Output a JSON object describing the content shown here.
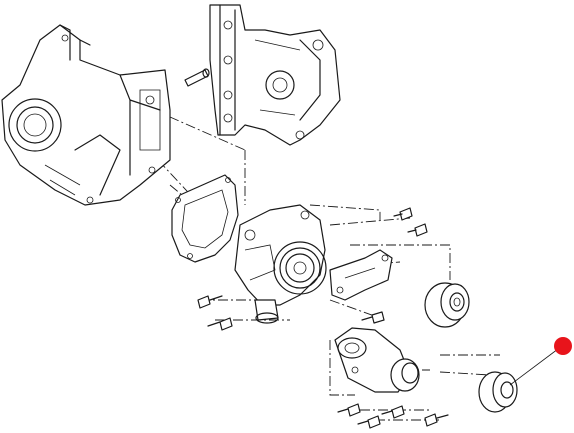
{
  "diagram": {
    "type": "exploded-parts-view",
    "callout_marker_color": "#e8141b",
    "line_color": "#1a1a1a",
    "background": "#ffffff",
    "parts": [
      {
        "name": "engine-front-cover"
      },
      {
        "name": "accessory-bracket"
      },
      {
        "name": "dowel-pin"
      },
      {
        "name": "water-pump-gasket"
      },
      {
        "name": "water-pump"
      },
      {
        "name": "idler-pulley-bracket"
      },
      {
        "name": "idler-pulley"
      },
      {
        "name": "belt-tensioner"
      },
      {
        "name": "tensioner-pulley"
      },
      {
        "name": "bolts"
      }
    ]
  }
}
